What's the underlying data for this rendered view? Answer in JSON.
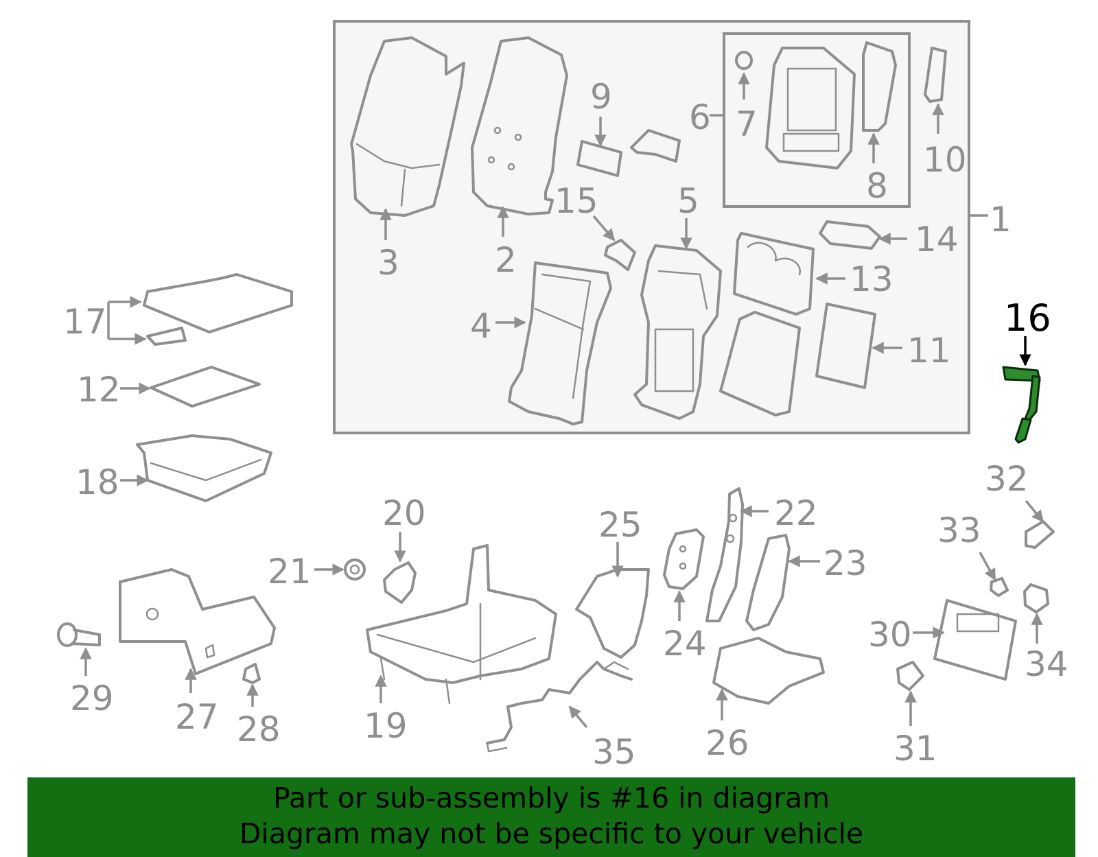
{
  "labels": {
    "l1": "1",
    "l2": "2",
    "l3": "3",
    "l4": "4",
    "l5": "5",
    "l6": "6",
    "l7": "7",
    "l8": "8",
    "l9": "9",
    "l10": "10",
    "l11": "11",
    "l12": "12",
    "l13": "13",
    "l14": "14",
    "l15": "15",
    "l16": "16",
    "l17": "17",
    "l18": "18",
    "l19": "19",
    "l20": "20",
    "l21": "21",
    "l22": "22",
    "l23": "23",
    "l24": "24",
    "l25": "25",
    "l26": "26",
    "l27": "27",
    "l28": "28",
    "l29": "29",
    "l30": "30",
    "l31": "31",
    "l32": "32",
    "l33": "33",
    "l34": "34",
    "l35": "35"
  },
  "highlighted_part": "16",
  "colors": {
    "line": "#8f8f8f",
    "highlight": "#2e8b2e",
    "banner": "#127012",
    "inset_bg": "#f6f6f6"
  },
  "banner": {
    "line1": "Part or sub-assembly is #16 in diagram",
    "line2": "Diagram may not be specific to your vehicle"
  }
}
